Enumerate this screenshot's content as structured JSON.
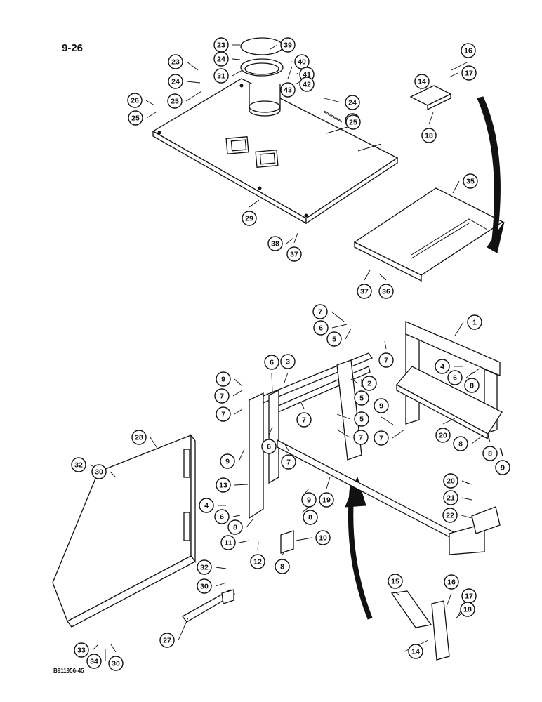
{
  "page_number": "9-26",
  "figure_id": "B911956-45",
  "callouts": [
    "23",
    "39",
    "24",
    "40",
    "31",
    "41",
    "43",
    "42",
    "23",
    "24",
    "25",
    "26",
    "25",
    "24",
    "23",
    "25",
    "16",
    "14",
    "17",
    "18",
    "35",
    "29",
    "38",
    "37",
    "37",
    "36",
    "7",
    "6",
    "5",
    "1",
    "7",
    "5",
    "6",
    "3",
    "4",
    "9",
    "6",
    "8",
    "7",
    "2",
    "7",
    "5",
    "7",
    "7",
    "9",
    "7",
    "20",
    "8",
    "9",
    "6",
    "7",
    "28",
    "32",
    "30",
    "20",
    "9",
    "8",
    "9",
    "13",
    "19",
    "20",
    "21",
    "4",
    "6",
    "8",
    "9",
    "8",
    "22",
    "11",
    "10",
    "12",
    "8",
    "32",
    "30",
    "27",
    "15",
    "16",
    "17",
    "33",
    "18",
    "34",
    "30",
    "14"
  ]
}
